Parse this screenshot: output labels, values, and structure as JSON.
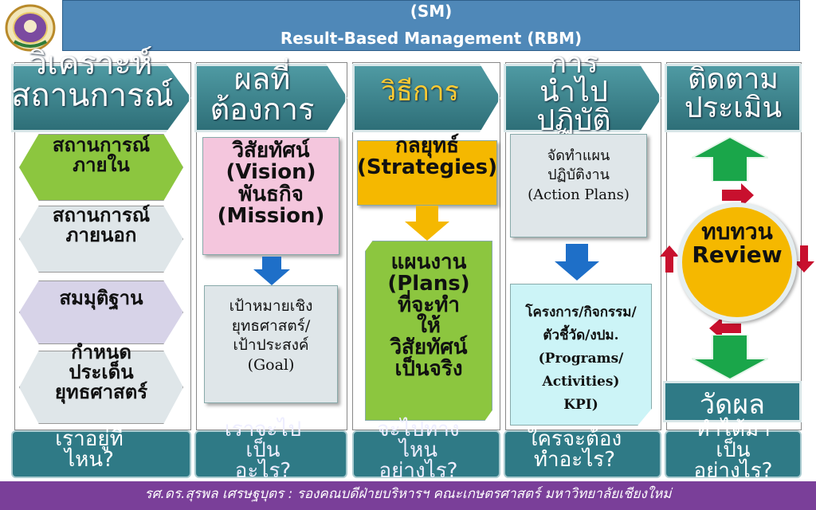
{
  "title": {
    "line1": "(SM)",
    "line2": "Result-Based Management (RBM)"
  },
  "columns": {
    "analyze": {
      "header": "วิเคราะห์\nสถานการณ์",
      "items": [
        "สถานการณ์\nภายใน",
        "สถานการณ์\nภายนอก",
        "สมมุติฐาน",
        "กำหนด\nประเด็น\nยุทธศาสตร์"
      ]
    },
    "results": {
      "header": "ผลที่\nต้องการ",
      "vision": "วิสัยทัศน์\n(Vision)\nพันธกิจ\n(Mission)",
      "goal": "เป้าหมายเชิง\nยุทธศาสตร์/\nเป้าประสงค์\n(Goal)"
    },
    "method": {
      "header": "วิธีการ",
      "strategy": "กลยุทธ์\n(Strategies)",
      "plans": "แผนงาน\n(Plans)\nที่จะทำ\nให้\nวิสัยทัศน์\nเป็นจริง"
    },
    "implement": {
      "header": "การ\nนำไป\nปฏิบัติ",
      "action": "จัดทำแผน\nปฏิบัติงาน\n(Action Plans)",
      "programs": "โครงการ/กิจกรรม/\nตัวชี้วัด/งปม.\n(Programs/\nActivities)\nKPI)"
    },
    "monitor": {
      "header": "ติดตาม\nประเมิน",
      "review": "ทบทวน\nReview",
      "measure": "วัดผล"
    }
  },
  "bottom_tabs": [
    "เราอยู่ที่\nไหน?",
    "เราจะไป\nเป็น\nอะไร?",
    "จะไปทาง\nไหน\nอย่างไร?",
    "ใครจะต้อง\nทำอะไร?",
    "ทำได้มา\nเป็น\nอย่างไร?"
  ],
  "footer": "รศ.ดร.สุรพล เศรษฐบุตร : รองคณบดีฝ่ายบริหารฯ คณะเกษตรศาสตร์ มหาวิทยาลัยเชียงใหม่",
  "colors": {
    "banner": "#4f88b8",
    "header_teal": "#2e6f78",
    "hex_green": "#8cc63f",
    "hex_grey": "#dfe6e9",
    "hex_lavender": "#d7d3e8",
    "pink": "#f4c6dd",
    "yellow": "#f5b800",
    "green": "#8cc63f",
    "cyan": "#ccf4f7",
    "arrow_green": "#1aa64a",
    "arrow_blue": "#1e6fc8",
    "arrow_red": "#c8102e",
    "footer": "#7a3f99"
  }
}
